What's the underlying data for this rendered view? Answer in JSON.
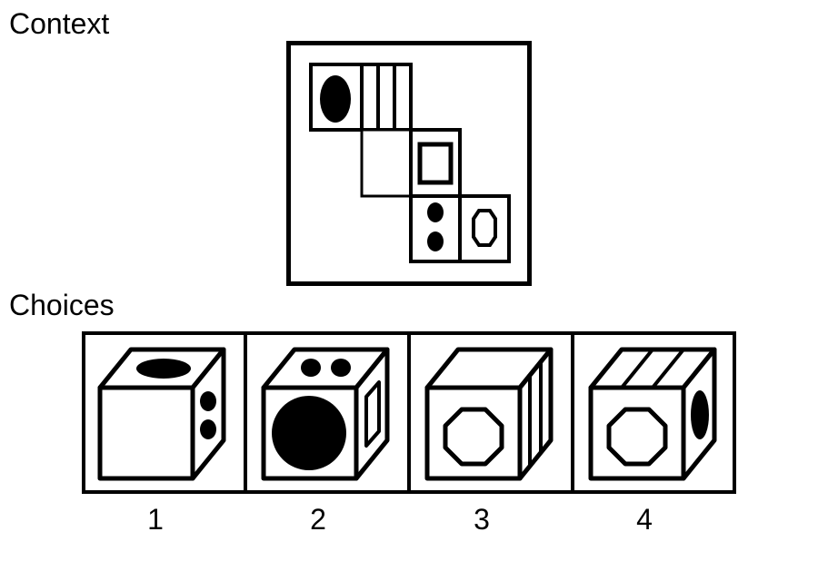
{
  "labels": {
    "context": "Context",
    "choices": "Choices"
  },
  "choices": [
    {
      "number": "1"
    },
    {
      "number": "2"
    },
    {
      "number": "3"
    },
    {
      "number": "4"
    }
  ],
  "colors": {
    "ink": "#000000",
    "paper": "#ffffff"
  }
}
